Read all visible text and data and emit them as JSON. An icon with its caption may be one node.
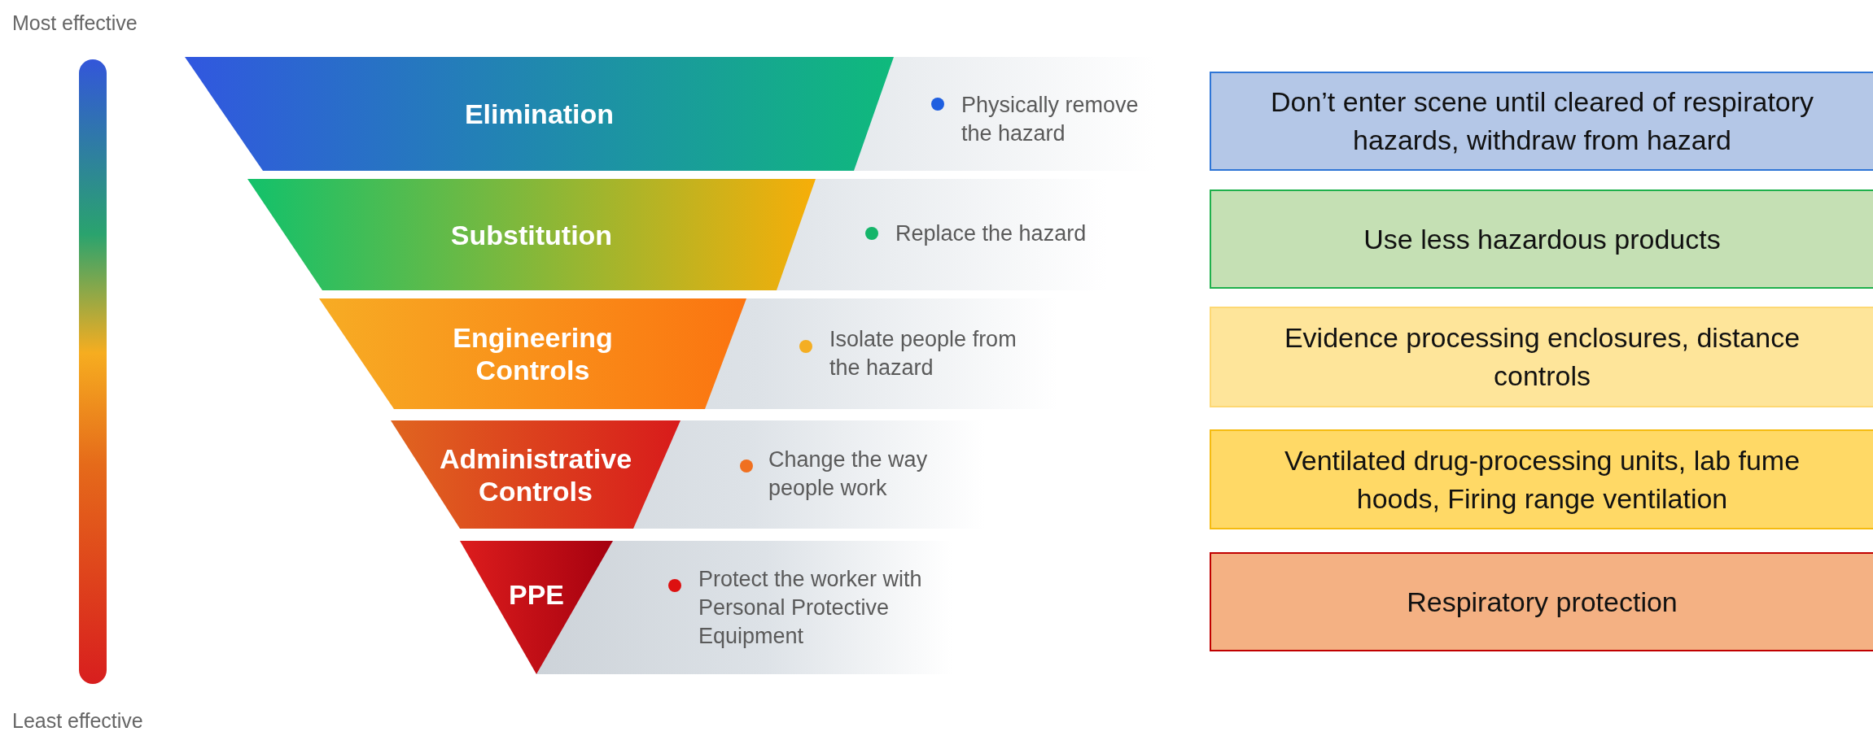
{
  "diagram": {
    "nodes": [
      {
        "text": [],
        "shape": "bar"
      },
      {
        "text": [
          "Elimination",
          "Physically remove the hazard"
        ]
      },
      {
        "text": [
          "Substitution",
          "Replace the hazard"
        ]
      },
      {
        "text": [
          "Engineering Controls",
          "Isolate people from the hazard"
        ]
      },
      {
        "text": [
          "Administrative Controls",
          "Change the way people work"
        ]
      },
      {
        "text": [
          "PPE",
          "Protect the worker with Personal Protective Equipment"
        ]
      },
      {
        "text": [
          "Don’t enter scene until cleared of respiratory hazards, withdraw from hazard"
        ]
      },
      {
        "text": [
          "Use less hazardous products"
        ]
      },
      {
        "text": [
          "Evidence processing enclosures, distance controls"
        ]
      },
      {
        "text": [
          "Ventilated drug-processing units, lab fume hoods, Firing range ventilation"
        ]
      },
      {
        "text": [
          "Respiratory protection"
        ]
      }
    ],
    "labels": [
      "Most effective",
      "Least effective"
    ]
  }
}
